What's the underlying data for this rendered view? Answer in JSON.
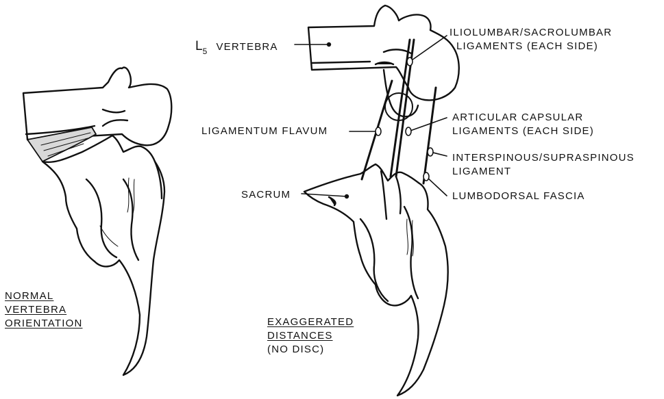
{
  "labels": {
    "l5_letter": "L",
    "l5_sub": "5",
    "l5_word": "VERTEBRA",
    "iliolumbar_1": "ILIOLUMBAR/SACROLUMBAR",
    "iliolumbar_2": "LIGAMENTS (EACH SIDE)",
    "articular_1": "ARTICULAR CAPSULAR",
    "articular_2": "LIGAMENTS (EACH SIDE)",
    "flavum": "LIGAMENTUM FLAVUM",
    "interspinous_1": "INTERSPINOUS/SUPRASPINOUS",
    "interspinous_2": "LIGAMENT",
    "sacrum": "SACRUM",
    "lumbodorsal": "LUMBODORSAL FASCIA"
  },
  "captions": {
    "normal_1": "NORMAL",
    "normal_2": "VERTEBRA",
    "normal_3": "ORIENTATION",
    "exag_1": "EXAGGERATED",
    "exag_2": "DISTANCES",
    "exag_3": "(NO DISC)"
  }
}
